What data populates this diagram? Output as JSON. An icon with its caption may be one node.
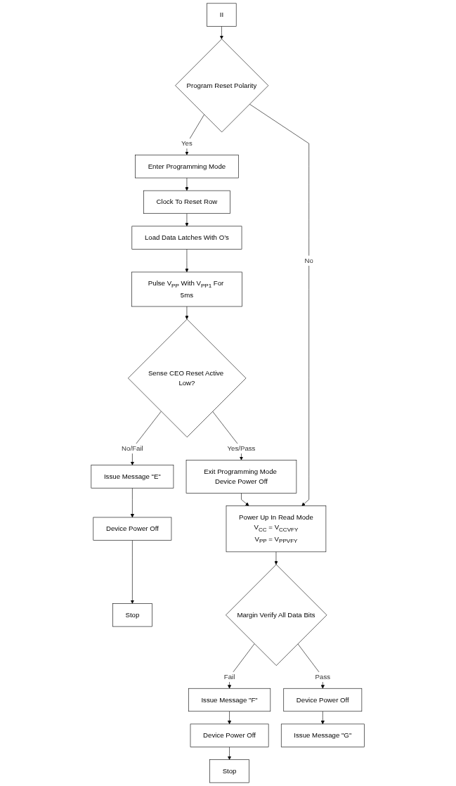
{
  "diagram": {
    "nodes": [
      {
        "text": [
          "II"
        ]
      },
      {
        "text": [
          "Program Reset Polarity"
        ]
      },
      {
        "text": [
          "Enter Programming Mode"
        ]
      },
      {
        "text": [
          "Clock To Reset Row"
        ]
      },
      {
        "text": [
          "Load Data Latches With O’s"
        ]
      },
      {
        "text": [
          "Pulse V$_{PP}$ With V$_{PP1}$ For 5ms"
        ]
      },
      {
        "text": [
          "Sense CEO Reset Active Low?"
        ]
      },
      {
        "text": [
          "Issue Message \"E\""
        ]
      },
      {
        "text": [
          "Device Power Off"
        ]
      },
      {
        "text": [
          "Stop"
        ]
      },
      {
        "text": [
          "Exit Programming Mode Device Power Off"
        ]
      },
      {
        "text": [
          "Power Up In Read Mode",
          "V$_{CC}$ = V$_{CCVFY}$",
          "V$_{PP}$ = V$_{PPVFY}$"
        ]
      },
      {
        "text": [
          "Margin Verify All Data Bits"
        ]
      },
      {
        "text": [
          "Issue Message \"F\""
        ]
      },
      {
        "text": [
          "Device Power Off"
        ]
      },
      {
        "text": [
          "Stop"
        ]
      },
      {
        "text": [
          "Device Power Off"
        ]
      },
      {
        "text": [
          "Issue Message \"G\""
        ]
      }
    ],
    "edges": [
      {
        "from": 0,
        "to": 1,
        "arrow": "to"
      },
      {
        "from": 1,
        "to": 2,
        "label": "Yes",
        "arrow": "to"
      },
      {
        "from": 1,
        "to": 11,
        "label": "No",
        "arrow": "to"
      },
      {
        "from": 2,
        "to": 3,
        "arrow": "to"
      },
      {
        "from": 3,
        "to": 4,
        "arrow": "to"
      },
      {
        "from": 4,
        "to": 5,
        "arrow": "to"
      },
      {
        "from": 5,
        "to": 6,
        "arrow": "to"
      },
      {
        "from": 6,
        "to": 7,
        "label": "No/Fail",
        "arrow": "to"
      },
      {
        "from": 7,
        "to": 8,
        "arrow": "to"
      },
      {
        "from": 8,
        "to": 9,
        "arrow": "to"
      },
      {
        "from": 6,
        "to": 10,
        "label": "Yes/Pass",
        "arrow": "to"
      },
      {
        "from": 10,
        "to": 11,
        "arrow": "to"
      },
      {
        "from": 11,
        "to": 12,
        "arrow": "to"
      },
      {
        "from": 12,
        "to": 13,
        "label": "Fail",
        "arrow": "to"
      },
      {
        "from": 13,
        "to": 14,
        "arrow": "to"
      },
      {
        "from": 14,
        "to": 15,
        "arrow": "to"
      },
      {
        "from": 12,
        "to": 16,
        "label": "Pass",
        "arrow": "to"
      },
      {
        "from": 16,
        "to": 17,
        "arrow": "to"
      }
    ]
  }
}
